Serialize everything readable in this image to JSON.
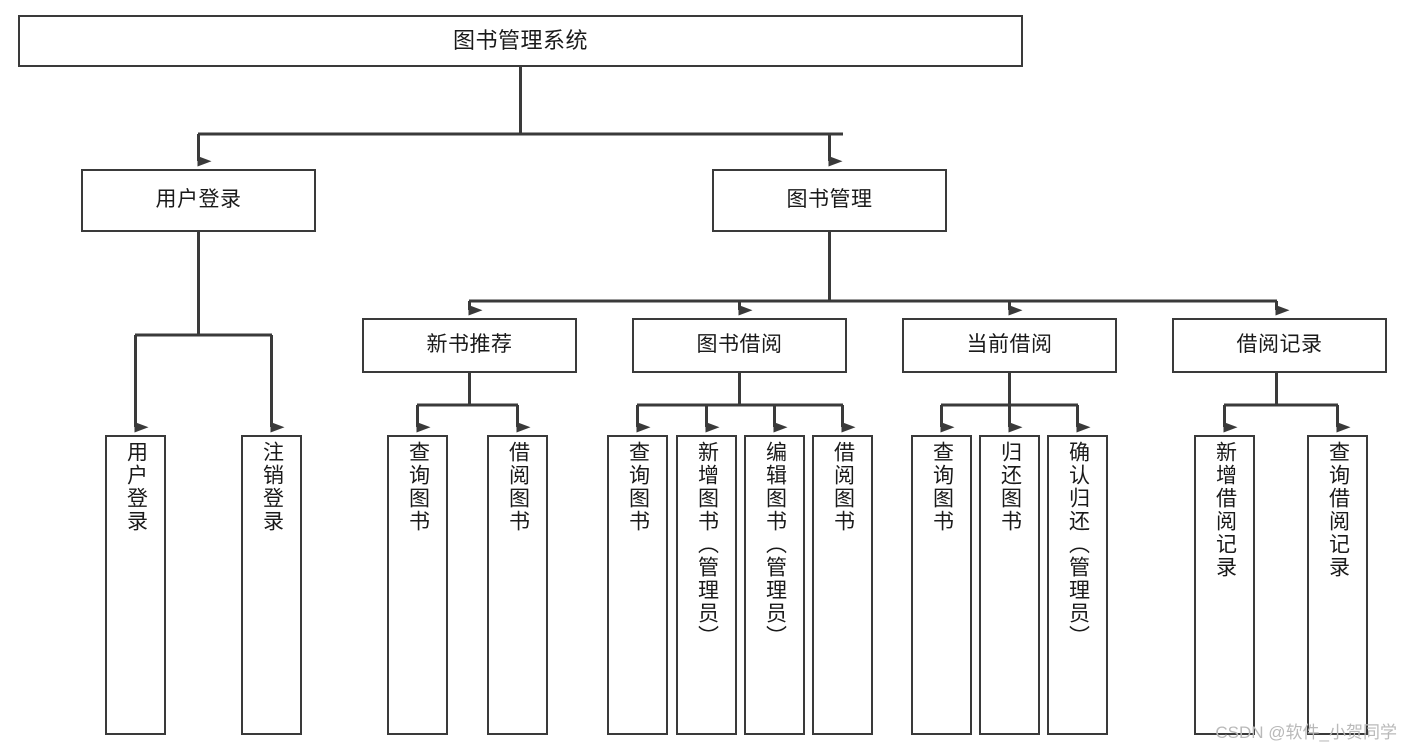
{
  "diagram": {
    "title": "图书管理系统",
    "type": "tree-hierarchy-diagram",
    "watermark": "CSDN @软件_小贺同学",
    "colors": {
      "stroke": "#3a3a3a",
      "fill": "#ffffff",
      "text": "#1a1a1a",
      "watermark": "#b9b9b9"
    },
    "nodes": {
      "root": {
        "label": "图书管理系统"
      },
      "level2": [
        {
          "id": "user-login",
          "label": "用户登录"
        },
        {
          "id": "book-management",
          "label": "图书管理"
        }
      ],
      "level3": [
        {
          "id": "new-book-recommend",
          "label": "新书推荐"
        },
        {
          "id": "book-borrow",
          "label": "图书借阅"
        },
        {
          "id": "current-borrow",
          "label": "当前借阅"
        },
        {
          "id": "borrow-record",
          "label": "借阅记录"
        }
      ],
      "leaves": {
        "user_login": [
          {
            "id": "leaf-user-login",
            "label": "用户登录"
          },
          {
            "id": "leaf-user-logout",
            "label": "注销登录"
          }
        ],
        "new_book_recommend": [
          {
            "id": "leaf-query-book-1",
            "label": "查询图书"
          },
          {
            "id": "leaf-borrow-book-1",
            "label": "借阅图书"
          }
        ],
        "book_borrow": [
          {
            "id": "leaf-query-book-2",
            "label": "查询图书"
          },
          {
            "id": "leaf-add-book",
            "label": "新增图书（管理员）"
          },
          {
            "id": "leaf-edit-book",
            "label": "编辑图书（管理员）"
          },
          {
            "id": "leaf-borrow-book-2",
            "label": "借阅图书"
          }
        ],
        "current_borrow": [
          {
            "id": "leaf-query-book-3",
            "label": "查询图书"
          },
          {
            "id": "leaf-return-book",
            "label": "归还图书"
          },
          {
            "id": "leaf-confirm-return",
            "label": "确认归还（管理员）"
          }
        ],
        "borrow_record": [
          {
            "id": "leaf-add-borrow-record",
            "label": "新增借阅记录"
          },
          {
            "id": "leaf-query-borrow-record",
            "label": "查询借阅记录"
          }
        ]
      }
    }
  }
}
